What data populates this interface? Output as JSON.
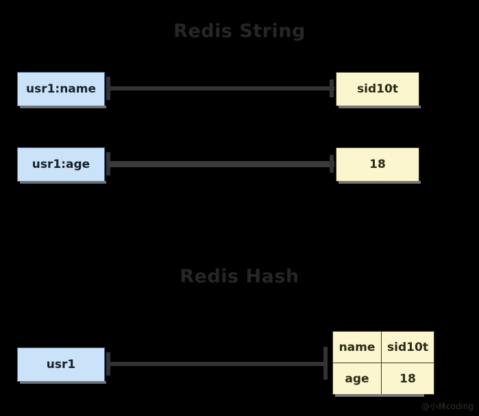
{
  "diagram": {
    "background_color": "#000000",
    "sections": [
      {
        "id": "string",
        "title": "Redis String",
        "pairs": [
          {
            "key": "usr1:name",
            "value": "sid10t"
          },
          {
            "key": "usr1:age",
            "value": "18"
          }
        ]
      },
      {
        "id": "hash",
        "title": "Redis Hash",
        "key": "usr1",
        "fields": [
          {
            "field": "name",
            "value": "sid10t"
          },
          {
            "field": "age",
            "value": "18"
          }
        ]
      }
    ],
    "colors": {
      "key_box_fill": "#cbe3f8",
      "key_box_border": "#4a6fa0",
      "value_box_fill": "#fbf6cd",
      "value_box_border": "#3c3a24",
      "connector": "#333333",
      "title_text": "#262626",
      "shadow": "#8b8b8b"
    }
  },
  "watermark": {
    "text": "@小林coding"
  }
}
